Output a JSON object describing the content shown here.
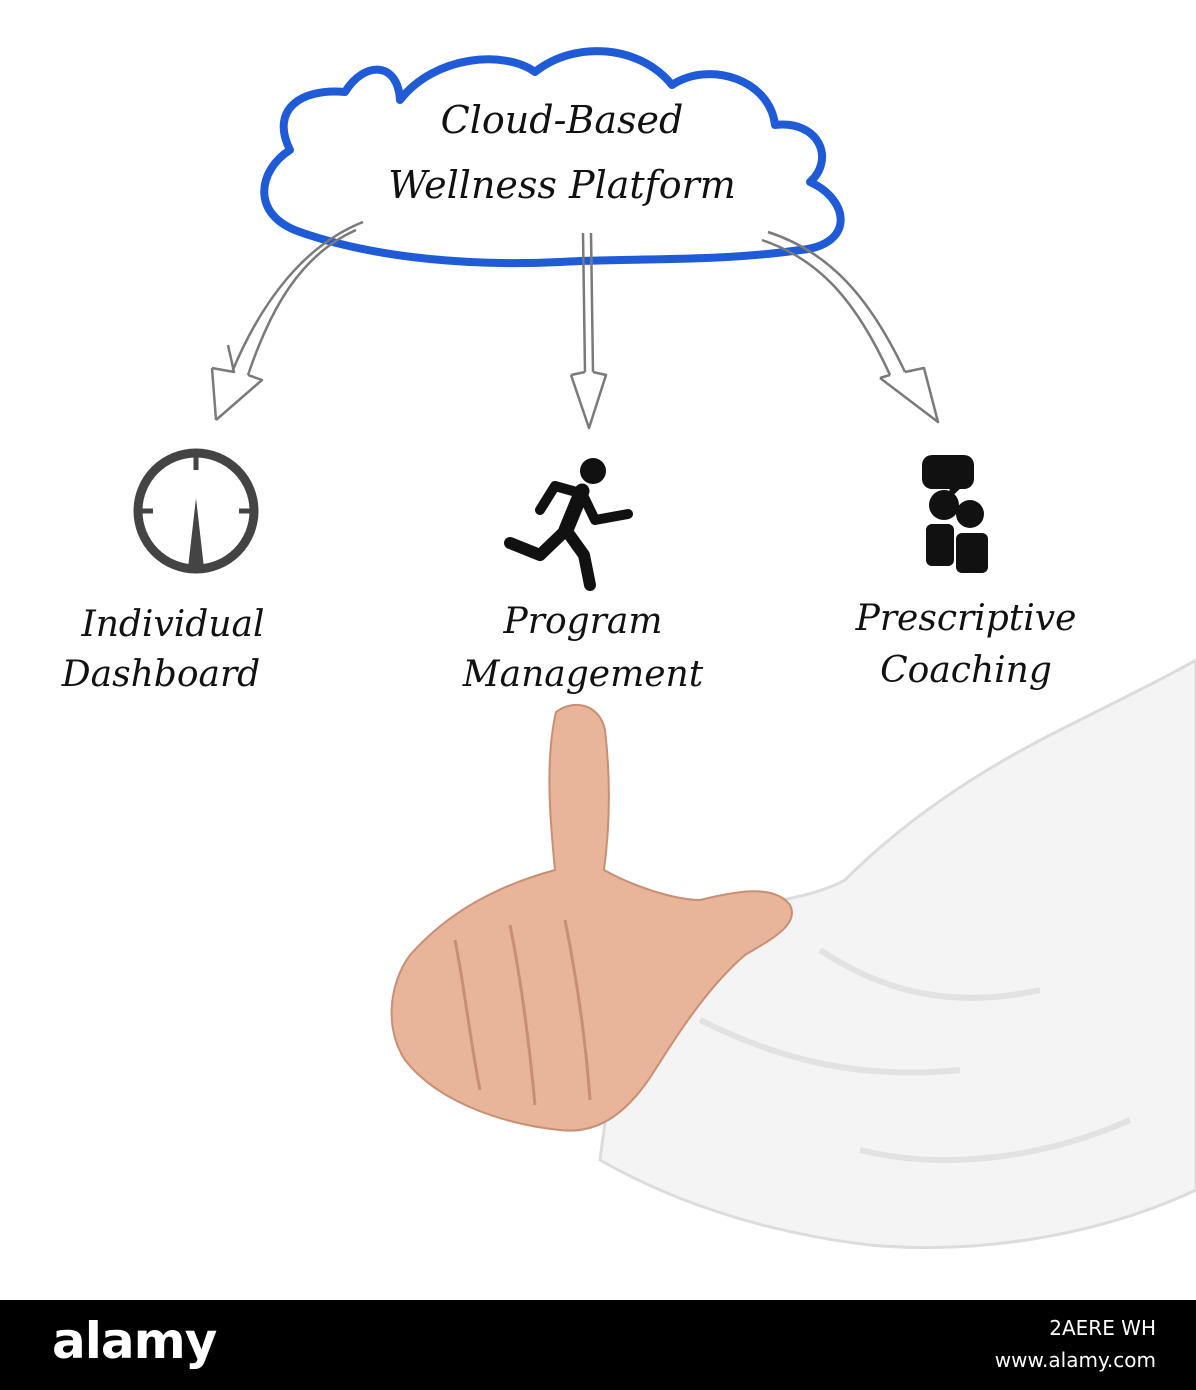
{
  "cloud": {
    "line1": "Cloud-Based",
    "line2": "Wellness Platform",
    "outline_color": "#1f5bd6"
  },
  "items": [
    {
      "icon": "gauge-icon",
      "line1": "Individual",
      "line2": "Dashboard"
    },
    {
      "icon": "running-person-icon",
      "line1": "Program",
      "line2": "Management"
    },
    {
      "icon": "coaching-people-icon",
      "line1": "Prescriptive",
      "line2": "Coaching"
    }
  ],
  "arrow_color": "#7a7a7a",
  "footer": {
    "logo": "alamy",
    "image_id": "2AERE WH",
    "site": "www.alamy.com"
  }
}
